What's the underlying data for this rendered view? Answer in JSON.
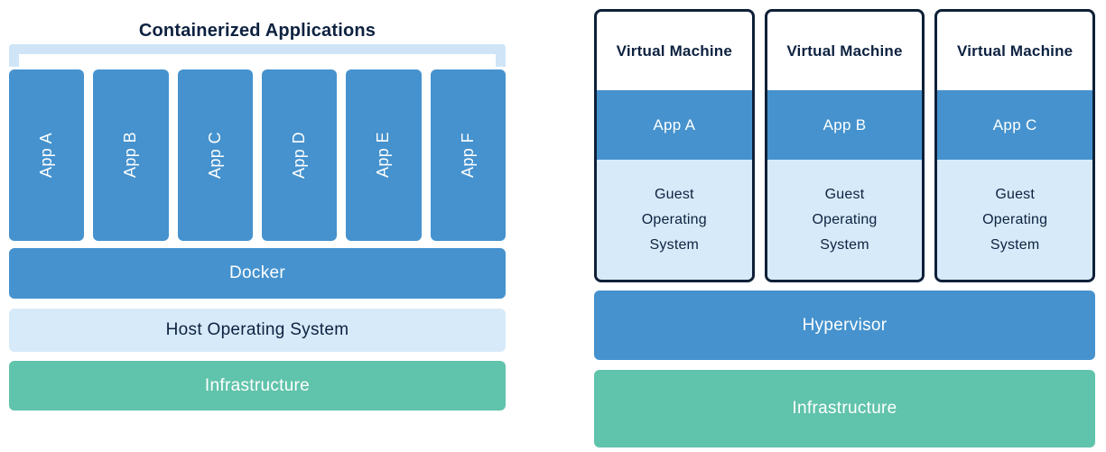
{
  "colors": {
    "blue": "#4592CE",
    "light_blue": "#D7EAF9",
    "bracket_light_blue": "#CFE5F7",
    "teal": "#60C3AB",
    "navy_text": "#0D2240",
    "vm_border": "#0E2038",
    "white_text": "#FFFFFF"
  },
  "left": {
    "title": "Containerized Applications",
    "apps": [
      "App A",
      "App B",
      "App C",
      "App D",
      "App E",
      "App F"
    ],
    "layers": {
      "docker": "Docker",
      "host_os": "Host Operating System",
      "infrastructure": "Infrastructure"
    }
  },
  "right": {
    "vms": [
      {
        "title": "Virtual Machine",
        "app": "App A",
        "guest_os": "Guest Operating System"
      },
      {
        "title": "Virtual Machine",
        "app": "App B",
        "guest_os": "Guest Operating System"
      },
      {
        "title": "Virtual Machine",
        "app": "App C",
        "guest_os": "Guest Operating System"
      }
    ],
    "layers": {
      "hypervisor": "Hypervisor",
      "infrastructure": "Infrastructure"
    }
  }
}
